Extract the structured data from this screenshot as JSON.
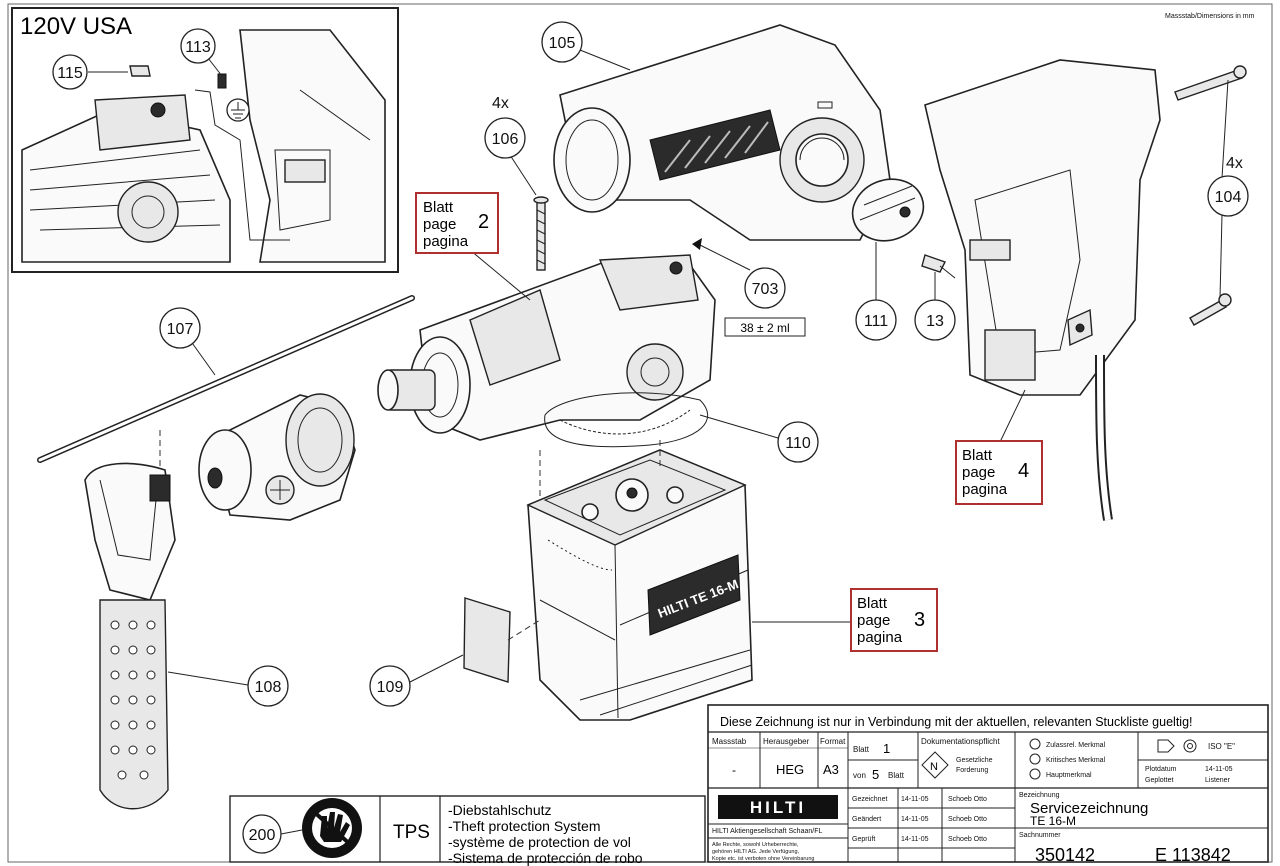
{
  "inset": {
    "title": "120V USA"
  },
  "header_note": "Massstab/Dimensions in mm",
  "callouts": {
    "c105": "105",
    "c106": "106",
    "c106_qty": "4x",
    "c113": "113",
    "c115": "115",
    "c703": "703",
    "c703_qty": "38 ± 2 ml",
    "c111": "111",
    "c13": "13",
    "c104": "104",
    "c104_qty": "4x",
    "c107": "107",
    "c110": "110",
    "c108": "108",
    "c109": "109",
    "c200": "200"
  },
  "page_refs": [
    {
      "w1": "Blatt",
      "w2": "page",
      "w3": "pagina",
      "num": "2"
    },
    {
      "w1": "Blatt",
      "w2": "page",
      "w3": "pagina",
      "num": "4"
    },
    {
      "w1": "Blatt",
      "w2": "page",
      "w3": "pagina",
      "num": "3"
    }
  ],
  "tps": {
    "label": "TPS",
    "lines": [
      "-Diebstahlschutz",
      "-Theft protection System",
      "-système de protection de vol",
      "-Sistema de protección de robo"
    ]
  },
  "title_block": {
    "notice": "Diese Zeichnung ist nur in Verbindung mit der aktuellen, relevanten Stuckliste gueltig!",
    "massstab_h": "Massstab",
    "massstab_v": "-",
    "herausgeber_h": "Herausgeber",
    "herausgeber_v": "HEG",
    "format_h": "Format",
    "format_v": "A3",
    "blatt_l": "Blatt",
    "blatt_v": "1",
    "von_l": "von",
    "von_v": "5",
    "von_r": "Blatt",
    "doku_h": "Dokumentationspflicht",
    "doku_n": "N",
    "doku_t1": "Gesetzliche",
    "doku_t2": "Forderung",
    "merk": [
      "Zulassrel. Merkmal",
      "Kritisches Merkmal",
      "Hauptmerkmal"
    ],
    "iso": "ISO \"E\"",
    "plotdatum_l": "Plotdatum",
    "plotdatum_v": "14-11-05",
    "geplottet_l": "Geplottet",
    "geplottet_v": "Listener",
    "brand": "HILTI",
    "company": "HILTI Aktiengesellschaft Schaan/FL",
    "rights": [
      "Alle Rechte, sowohl Urheberrechte,",
      "gehören HILTI AG. Jede Verfügung,",
      "Kopie etc. ist verboten ohne Vereinbarung"
    ],
    "rows": [
      {
        "l": "Gezeichnet",
        "d": "14-11-05",
        "n": "Schoeb Otto"
      },
      {
        "l": "Geändert",
        "d": "14-11-05",
        "n": "Schoeb Otto"
      },
      {
        "l": "Geprüft",
        "d": "14-11-05",
        "n": "Schoeb Otto"
      }
    ],
    "bez_h": "Bezeichnung",
    "bez_1": "Servicezeichnung",
    "bez_2": "TE 16-M",
    "sach_h": "Sachnummer",
    "sach_v": "350142",
    "sach_v2": "E 113842"
  },
  "housing_label": "HILTI TE 16-M"
}
